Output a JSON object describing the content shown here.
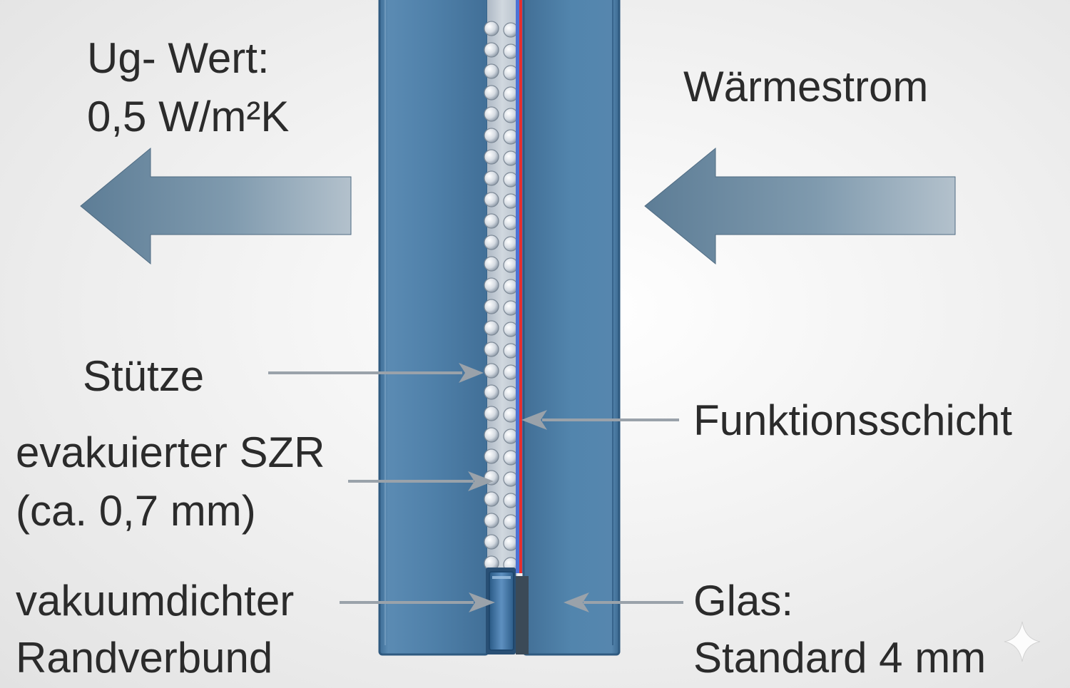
{
  "labels": {
    "ug_value_line1": "Ug- Wert:",
    "ug_value_line2": "0,5 W/m²K",
    "heat_flow": "Wärmestrom",
    "support": "Stütze",
    "evacuated_gap_line1": "evakuierter SZR",
    "evacuated_gap_line2": "(ca. 0,7 mm)",
    "functional_layer": "Funktionsschicht",
    "edge_seal_line1": "vakuumdichter",
    "edge_seal_line2": "Randverbund",
    "glass_line1": "Glas:",
    "glass_line2": "Standard 4 mm"
  },
  "colors": {
    "glass": "#4e7ea6",
    "glass_edge": "#2f5a80",
    "gap": "#c3ccd6",
    "functional_layer": "#e53030",
    "functional_layer_blue": "#4c72d6",
    "arrow": "#5f7f98",
    "pointer": "#9aa2aa",
    "text": "#2b2b2b"
  },
  "icons": {
    "corner_mark": "sparkle-icon"
  }
}
